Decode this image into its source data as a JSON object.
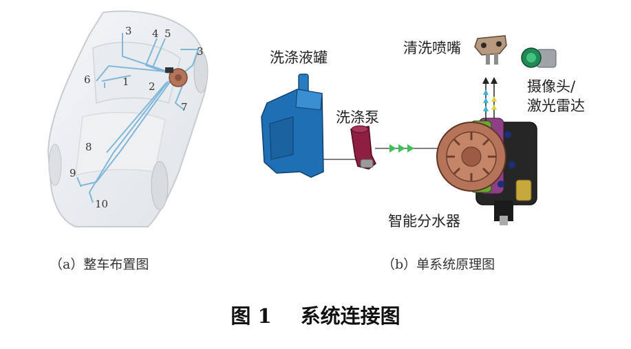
{
  "panel_a": {
    "numbers": [
      "3",
      "4",
      "5",
      "3",
      "6",
      "1",
      "2",
      "7",
      "8",
      "9",
      "10"
    ],
    "caption": "（a）整车布置图"
  },
  "panel_b": {
    "labels": {
      "tank": "洗涤液罐",
      "pump": "洗涤泵",
      "nozzle": "清洗喷嘴",
      "sensor": "摄像头/\n激光雷达",
      "distributor": "智能分水器"
    },
    "caption": "（b）单系统原理图"
  },
  "figure": {
    "number": "图 1",
    "title": "系统连接图"
  },
  "colors": {
    "line_blue": "#7fb6d9",
    "tank_blue": "#1e6fb3",
    "pump_maroon": "#8e1f3f",
    "arrow_green": "#3fbf5a",
    "distributor_copper": "#b5745a"
  }
}
